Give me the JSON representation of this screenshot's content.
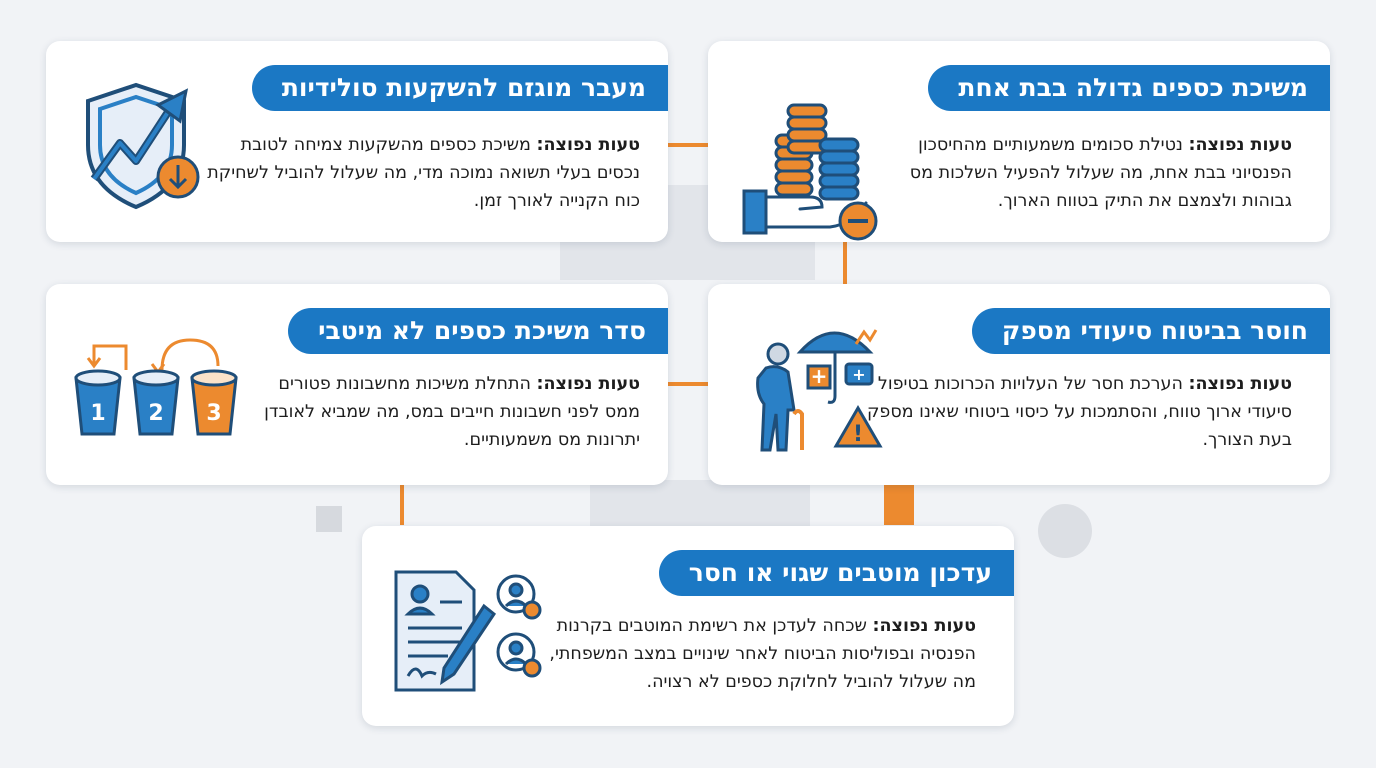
{
  "error_prefix": "טעות נפוצה:",
  "cards": [
    {
      "id": "lump-sum",
      "title": "משיכת כספים גדולה בבת אחת",
      "text": "נטילת סכומים משמעותיים מהחיסכון הפנסיוני בבת אחת, מה שעלול להפעיל השלכות מס גבוהות ולצמצם את התיק בטווח הארוך.",
      "icon": "coins-hand-minus-icon"
    },
    {
      "id": "conservative-shift",
      "title": "מעבר מוגזם להשקעות סולידיות",
      "text": "משיכת כספים מהשקעות צמיחה לטובת נכסים בעלי תשואה נמוכה מדי, מה שעלול להוביל לשחיקת כוח הקנייה לאורך זמן.",
      "icon": "shield-arrow-icon"
    },
    {
      "id": "long-term-care",
      "title": "חוסר בביטוח סיעודי מספק",
      "text": "הערכת חסר של העלויות הכרוכות בטיפול סיעודי ארוך טווח, והסתמכות על כיסוי ביטוחי שאינו מספק בעת הצורך.",
      "icon": "elderly-umbrella-icon"
    },
    {
      "id": "withdrawal-order",
      "title": "סדר משיכת כספים לא מיטבי",
      "text": "התחלת משיכות מחשבונות פטורים ממס לפני חשבונות חייבים במס, מה שמביא לאובדן יתרונות מס משמעותיים.",
      "icon": "buckets-icon",
      "buckets": [
        "1",
        "2",
        "3"
      ]
    },
    {
      "id": "beneficiaries",
      "title": "עדכון מוטבים שגוי או חסר",
      "text": "שכחה לעדכן את רשימת המוטבים בקרנות הפנסיה ובפוליסות הביטוח לאחר שינויים במצב המשפחתי, מה שעלול להוביל לחלוקת כספים לא רצויה.",
      "icon": "document-beneficiaries-icon"
    }
  ],
  "colors": {
    "blue": "#1b78c4",
    "dark_blue": "#1f4e79",
    "orange": "#ec8a2f",
    "background": "#f1f3f6"
  }
}
